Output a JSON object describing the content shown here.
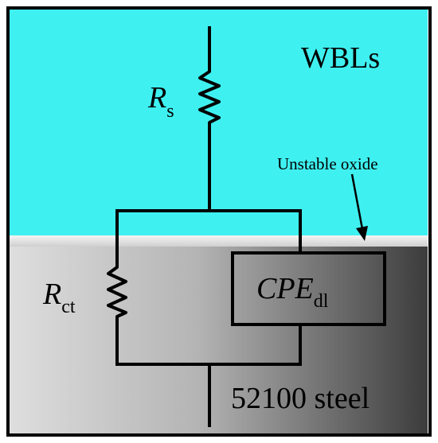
{
  "regions": {
    "electrolyte": {
      "label": "WBLs",
      "color": "#3ff0f0"
    },
    "oxide": {
      "label": "Unstable oxide"
    },
    "substrate": {
      "label": "52100 steel"
    }
  },
  "components": {
    "rs": {
      "main": "R",
      "sub": "s"
    },
    "rct": {
      "main": "R",
      "sub": "ct"
    },
    "cpe": {
      "main": "CPE",
      "sub": "dl"
    }
  },
  "colors": {
    "steel_light": "#dcdcdc",
    "steel_dark": "#444444",
    "wire": "#000000"
  }
}
